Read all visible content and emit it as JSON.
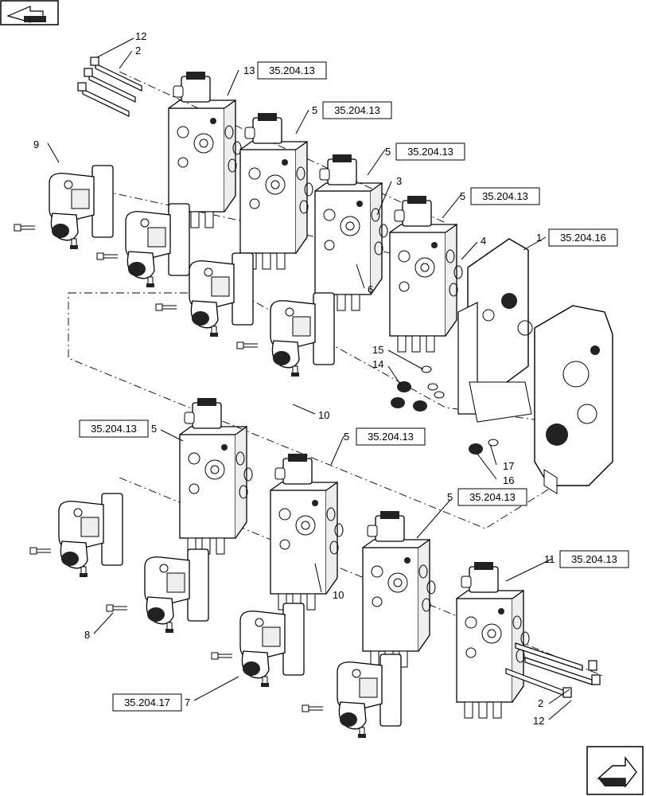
{
  "nav": {
    "back_icon": "arrow-back-icon",
    "next_icon": "arrow-next-icon"
  },
  "references": {
    "r13": "35.204.13",
    "r5a": "35.204.13",
    "r5b": "35.204.13",
    "r5c": "35.204.13",
    "r1": "35.204.16",
    "r5d": "35.204.13",
    "r5e": "35.204.13",
    "r5f": "35.204.13",
    "r11": "35.204.13",
    "r7": "35.204.17"
  },
  "callouts": {
    "c12a": "12",
    "c2a": "2",
    "c13": "13",
    "c5a": "5",
    "c9": "9",
    "c5b": "5",
    "c3": "3",
    "c5c": "5",
    "c4": "4",
    "c1": "1",
    "c6": "6",
    "c15": "15",
    "c14": "14",
    "c10a": "10",
    "c17": "17",
    "c16": "16",
    "c5d": "5",
    "c5e": "5",
    "c5f": "5",
    "c10b": "10",
    "c11": "11",
    "c8": "8",
    "c7": "7",
    "c2b": "2",
    "c12b": "12"
  }
}
